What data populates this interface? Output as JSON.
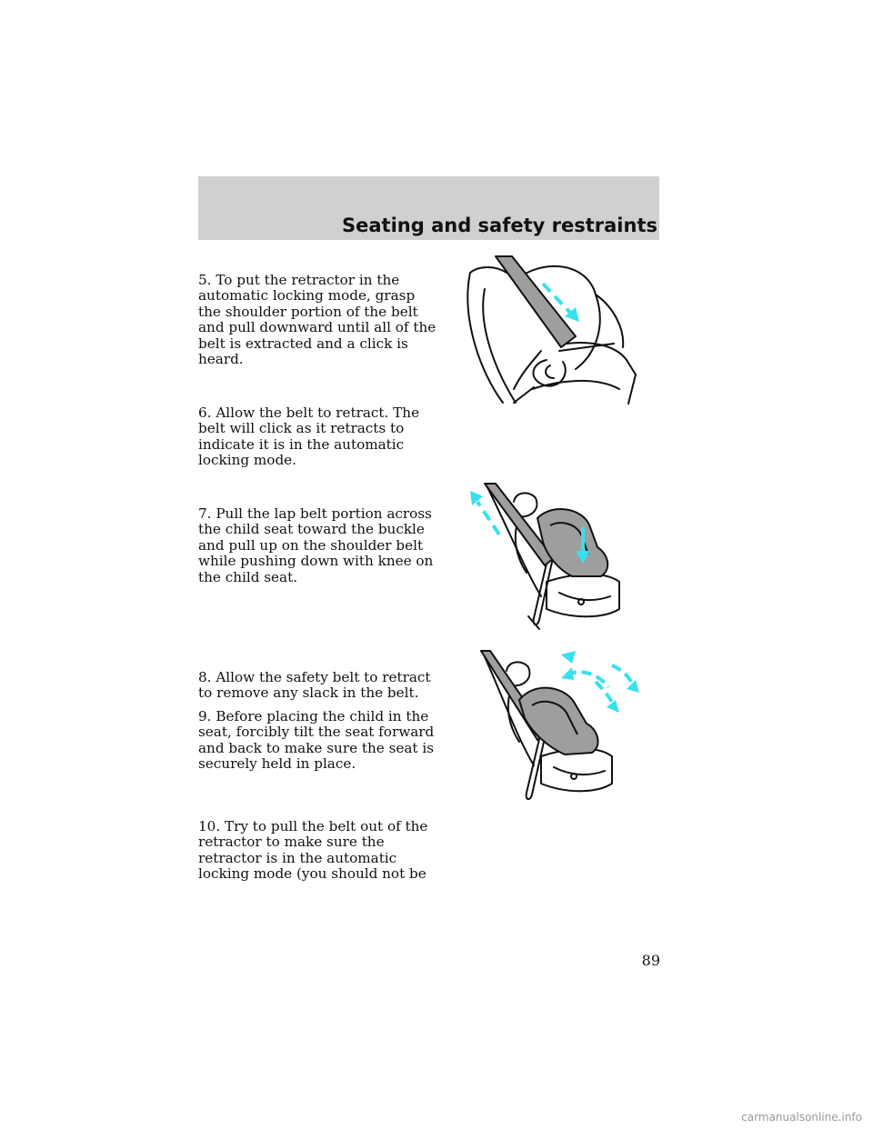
{
  "header": {
    "section_title": "Seating and safety restraints"
  },
  "steps": [
    "5. To put the retractor in the automatic locking mode, grasp the shoulder portion of the belt and pull downward until all of the belt is extracted and a click is heard.",
    "6. Allow the belt to retract. The belt will click as it retracts to indicate it is in the automatic locking mode.",
    "7. Pull the lap belt portion across the child seat toward the buckle and pull up on the shoulder belt while pushing down with knee on the child seat.",
    "8. Allow the safety belt to retract to remove any slack in the belt.",
    "9. Before placing the child in the seat, forcibly tilt the seat forward and back to make sure the seat is securely held in place.",
    "10. Try to pull the belt out of the retractor to make sure the retractor is in the automatic locking mode (you should not be"
  ],
  "page_number": "89",
  "footer": {
    "watermark": "carmanualsonline.info"
  },
  "colors": {
    "header_band": "#d0d0d0",
    "arrow": "#38e0f0",
    "belt_fill": "#9e9e9e"
  }
}
